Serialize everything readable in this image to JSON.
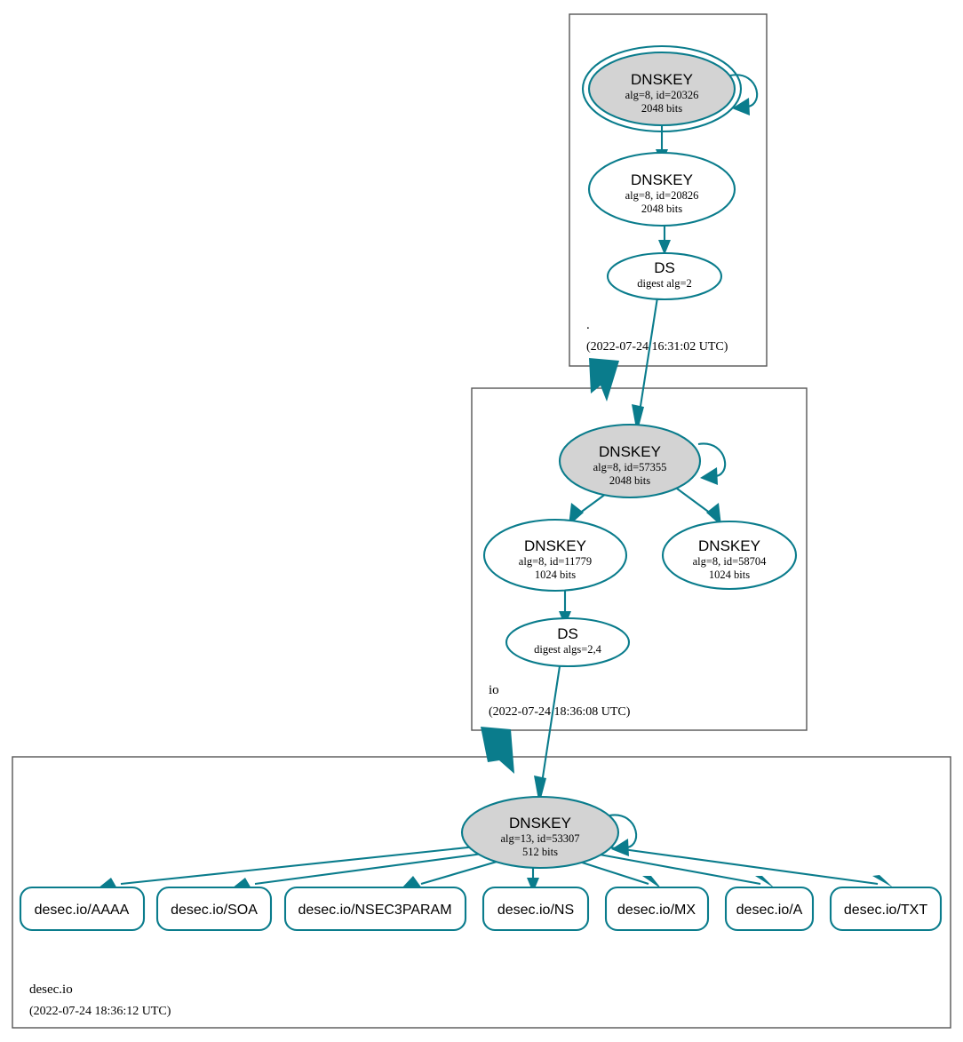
{
  "diagram": {
    "type": "dnssec-chain-of-trust",
    "accent_color": "#0a7c8c",
    "secure_fill": "#d3d3d3",
    "zone_border_color": "#555555"
  },
  "zones": [
    {
      "id": "root",
      "name": ".",
      "timestamp": "(2022-07-24 16:31:02 UTC)"
    },
    {
      "id": "io",
      "name": "io",
      "timestamp": "(2022-07-24 18:36:08 UTC)"
    },
    {
      "id": "desec",
      "name": "desec.io",
      "timestamp": "(2022-07-24 18:36:12 UTC)"
    }
  ],
  "nodes": {
    "root_ksk": {
      "title": "DNSKEY",
      "line2": "alg=8, id=20326",
      "line3": "2048 bits",
      "trust_anchor": true,
      "secure": true
    },
    "root_zsk": {
      "title": "DNSKEY",
      "line2": "alg=8, id=20826",
      "line3": "2048 bits",
      "trust_anchor": false,
      "secure": false
    },
    "root_ds_io": {
      "title": "DS",
      "line2": "digest alg=2",
      "line3": "",
      "trust_anchor": false,
      "secure": false
    },
    "io_ksk": {
      "title": "DNSKEY",
      "line2": "alg=8, id=57355",
      "line3": "2048 bits",
      "trust_anchor": false,
      "secure": true
    },
    "io_zsk_1": {
      "title": "DNSKEY",
      "line2": "alg=8, id=11779",
      "line3": "1024 bits",
      "trust_anchor": false,
      "secure": false
    },
    "io_zsk_2": {
      "title": "DNSKEY",
      "line2": "alg=8, id=58704",
      "line3": "1024 bits",
      "trust_anchor": false,
      "secure": false
    },
    "io_ds_desec": {
      "title": "DS",
      "line2": "digest algs=2,4",
      "line3": "",
      "trust_anchor": false,
      "secure": false
    },
    "desec_key": {
      "title": "DNSKEY",
      "line2": "alg=13, id=53307",
      "line3": "512 bits",
      "trust_anchor": false,
      "secure": true
    }
  },
  "rrsets": [
    {
      "id": "rr-aaaa",
      "label": "desec.io/AAAA"
    },
    {
      "id": "rr-soa",
      "label": "desec.io/SOA"
    },
    {
      "id": "rr-nsec3param",
      "label": "desec.io/NSEC3PARAM"
    },
    {
      "id": "rr-ns",
      "label": "desec.io/NS"
    },
    {
      "id": "rr-mx",
      "label": "desec.io/MX"
    },
    {
      "id": "rr-a",
      "label": "desec.io/A"
    },
    {
      "id": "rr-txt",
      "label": "desec.io/TXT"
    }
  ]
}
